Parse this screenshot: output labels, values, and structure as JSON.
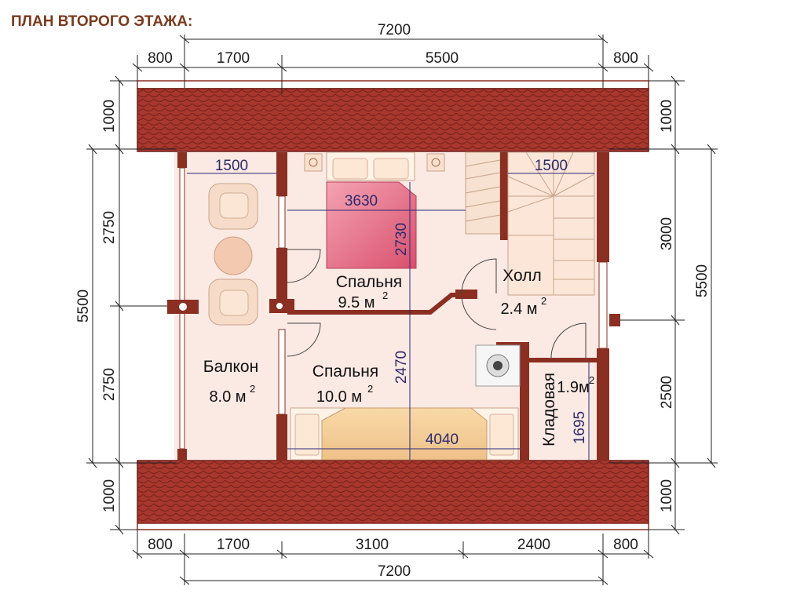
{
  "title": "ПЛАН ВТОРОГО ЭТАЖА:",
  "colors": {
    "roof": "#a8372e",
    "wall": "#8b2f22",
    "floor": "#fbe9e3",
    "bed_cover": "#e0607a",
    "dimension_line": "#2a2a7a"
  },
  "dimensions": {
    "top_total": "7200",
    "top_segments": [
      "800",
      "1700",
      "5500",
      "800"
    ],
    "bottom_segments": [
      "800",
      "1700",
      "3100",
      "2400",
      "800"
    ],
    "bottom_total": "7200",
    "left_segments": [
      "1000",
      "2750",
      "2750",
      "1000"
    ],
    "left_total": "5500",
    "right_segments": [
      "1000",
      "3000",
      "2500",
      "1000"
    ],
    "right_total": "5500",
    "inner": {
      "balcony_width": "1500",
      "stair_width": "1500",
      "bedroom1_width": "3630",
      "bedroom1_depth": "2730",
      "bedroom2_depth": "2470",
      "bedroom2_width": "4040",
      "storage_depth": "1695"
    }
  },
  "rooms": {
    "bedroom1": {
      "name": "Спальня",
      "area": "9.5 м",
      "unit_sup": "2"
    },
    "bedroom2": {
      "name": "Спальня",
      "area": "10.0 м",
      "unit_sup": "2"
    },
    "hall": {
      "name": "Холл",
      "area": "2.4 м",
      "unit_sup": "2"
    },
    "balcony": {
      "name": "Балкон",
      "area": "8.0 м",
      "unit_sup": "2"
    },
    "storage": {
      "name": "Кладовая",
      "area": "1.9м",
      "unit_sup": "2"
    }
  }
}
